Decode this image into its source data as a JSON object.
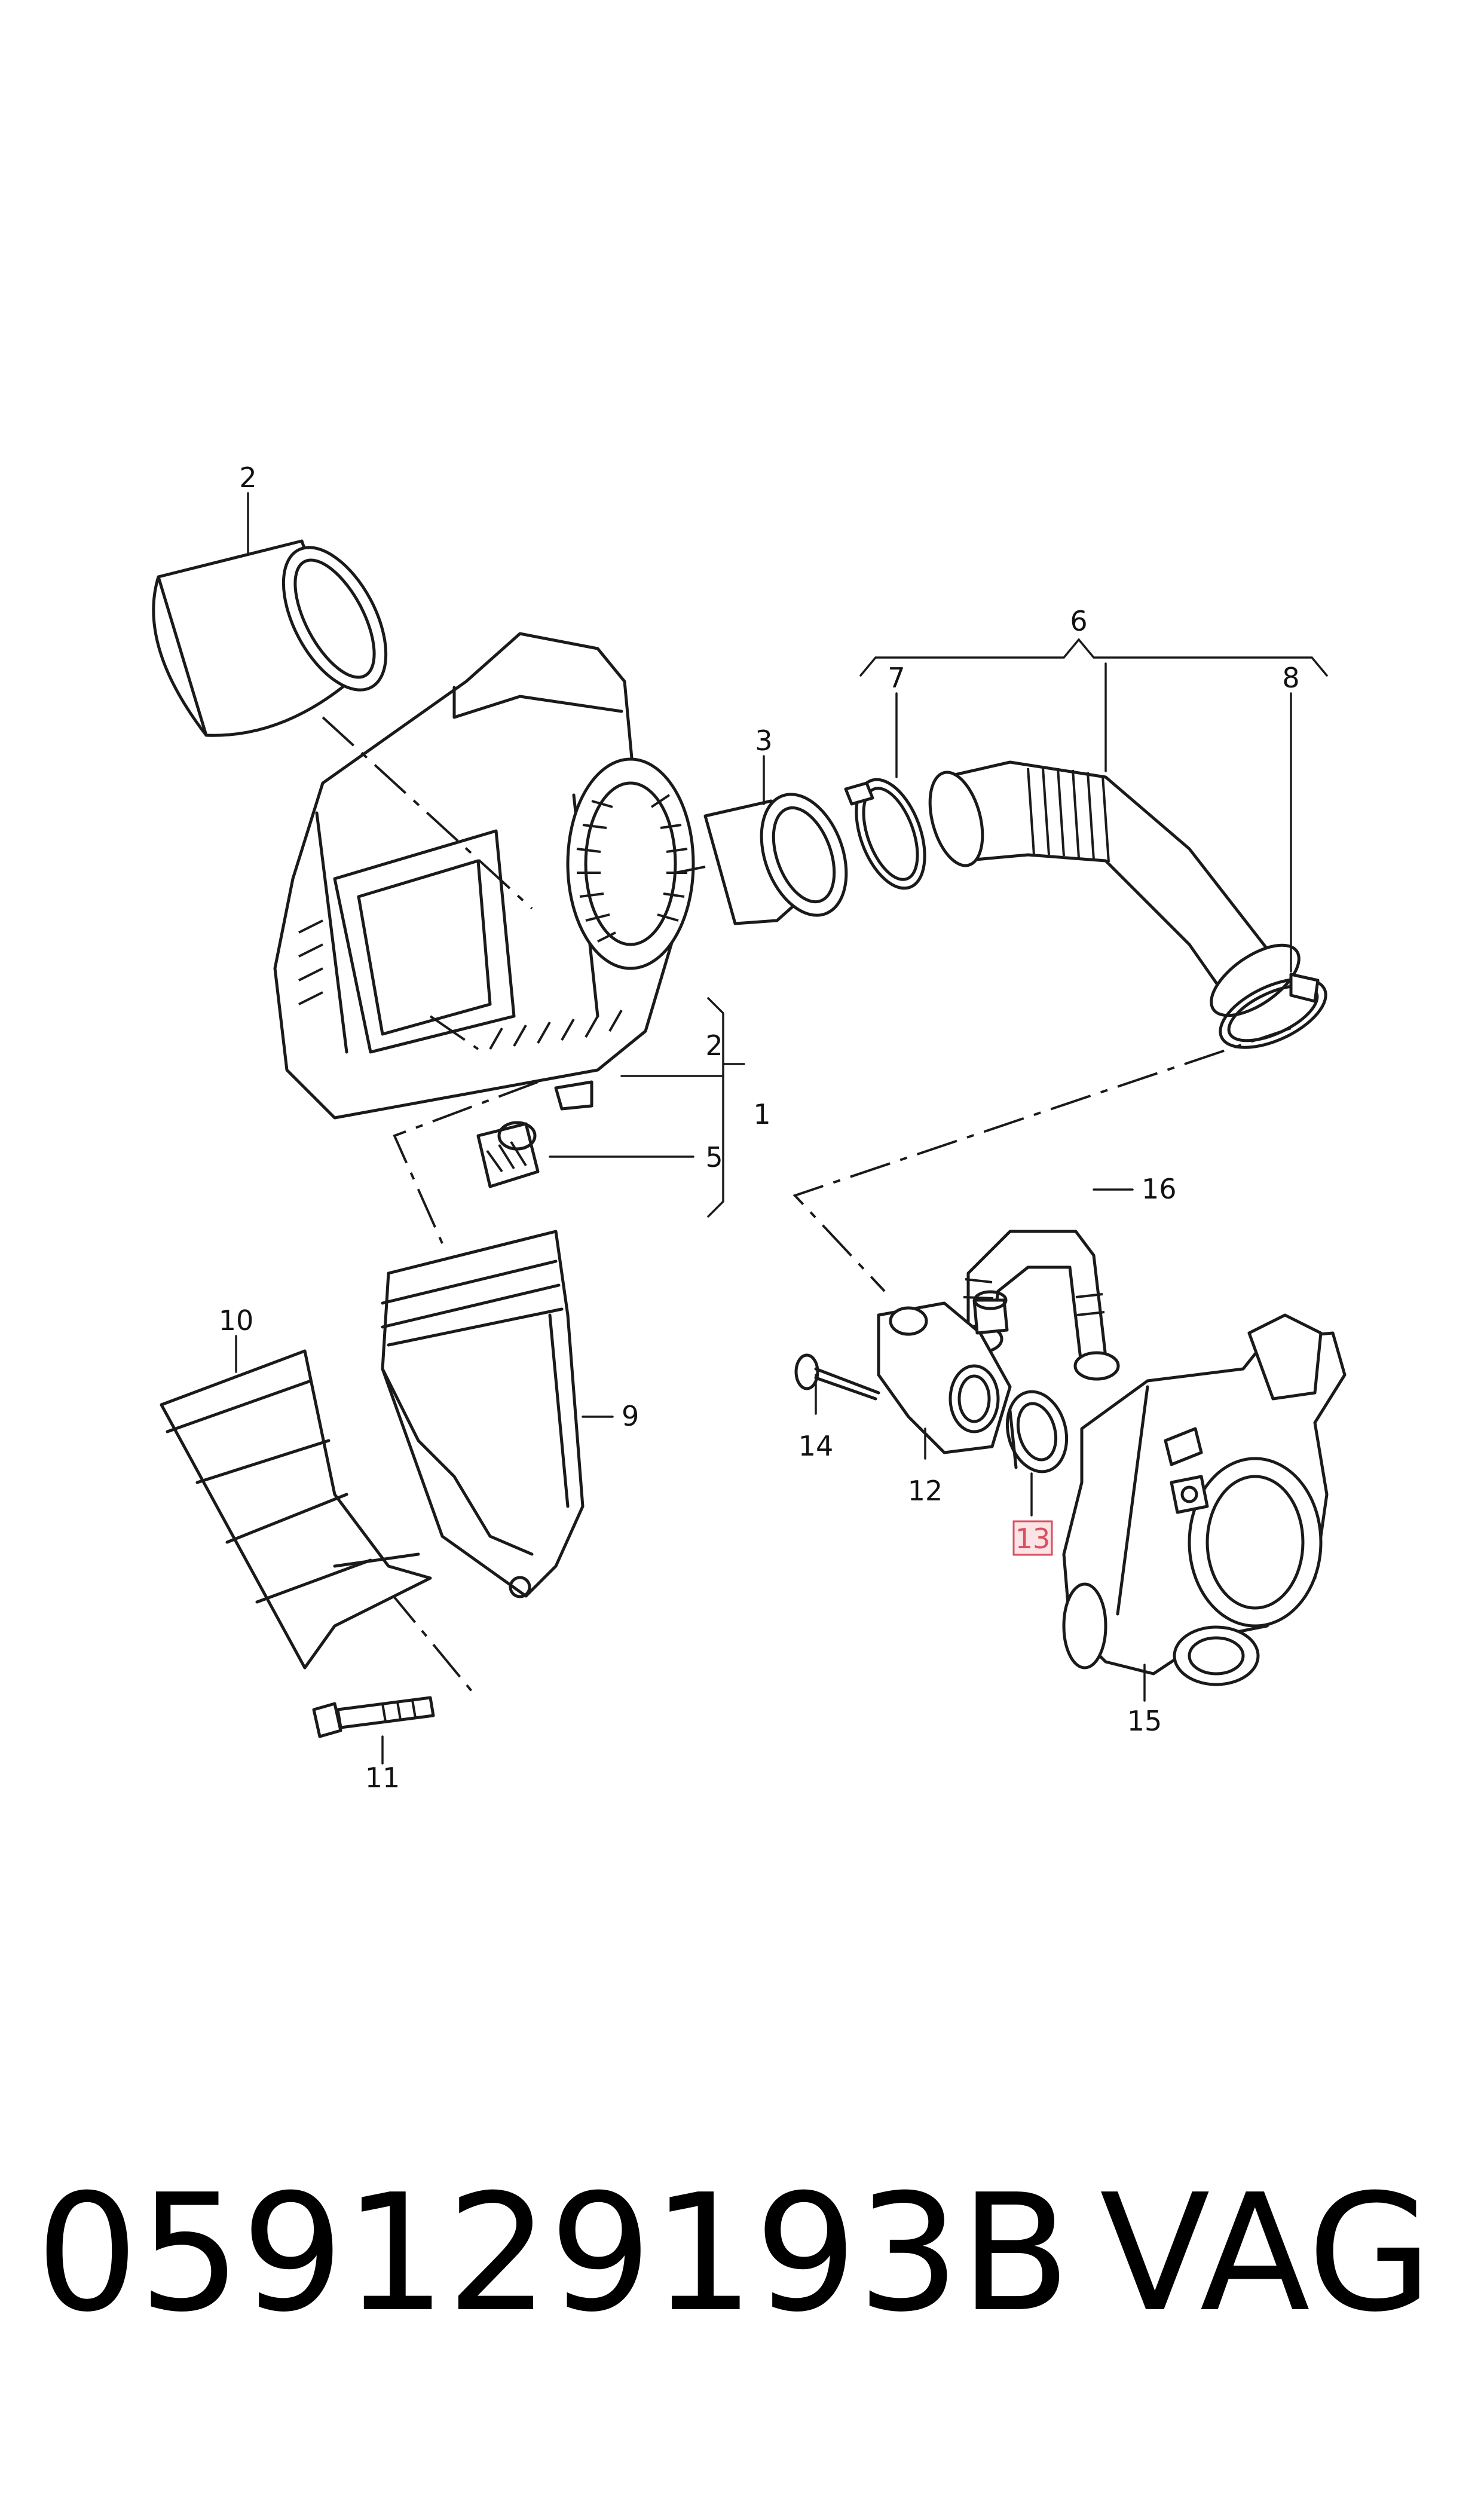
{
  "callouts": {
    "c1": "1",
    "c2_top": "2",
    "c2_side": "2",
    "c3": "3",
    "c5": "5",
    "c6": "6",
    "c7": "7",
    "c8": "8",
    "c9": "9",
    "c10": "10",
    "c11": "11",
    "c12": "12",
    "c13": "13",
    "c14": "14",
    "c15": "15",
    "c16": "16"
  },
  "highlighted_callout": "13",
  "highlight_color": "#d8505f",
  "footer": {
    "part_number": "059129193B",
    "brand": "VAG"
  }
}
